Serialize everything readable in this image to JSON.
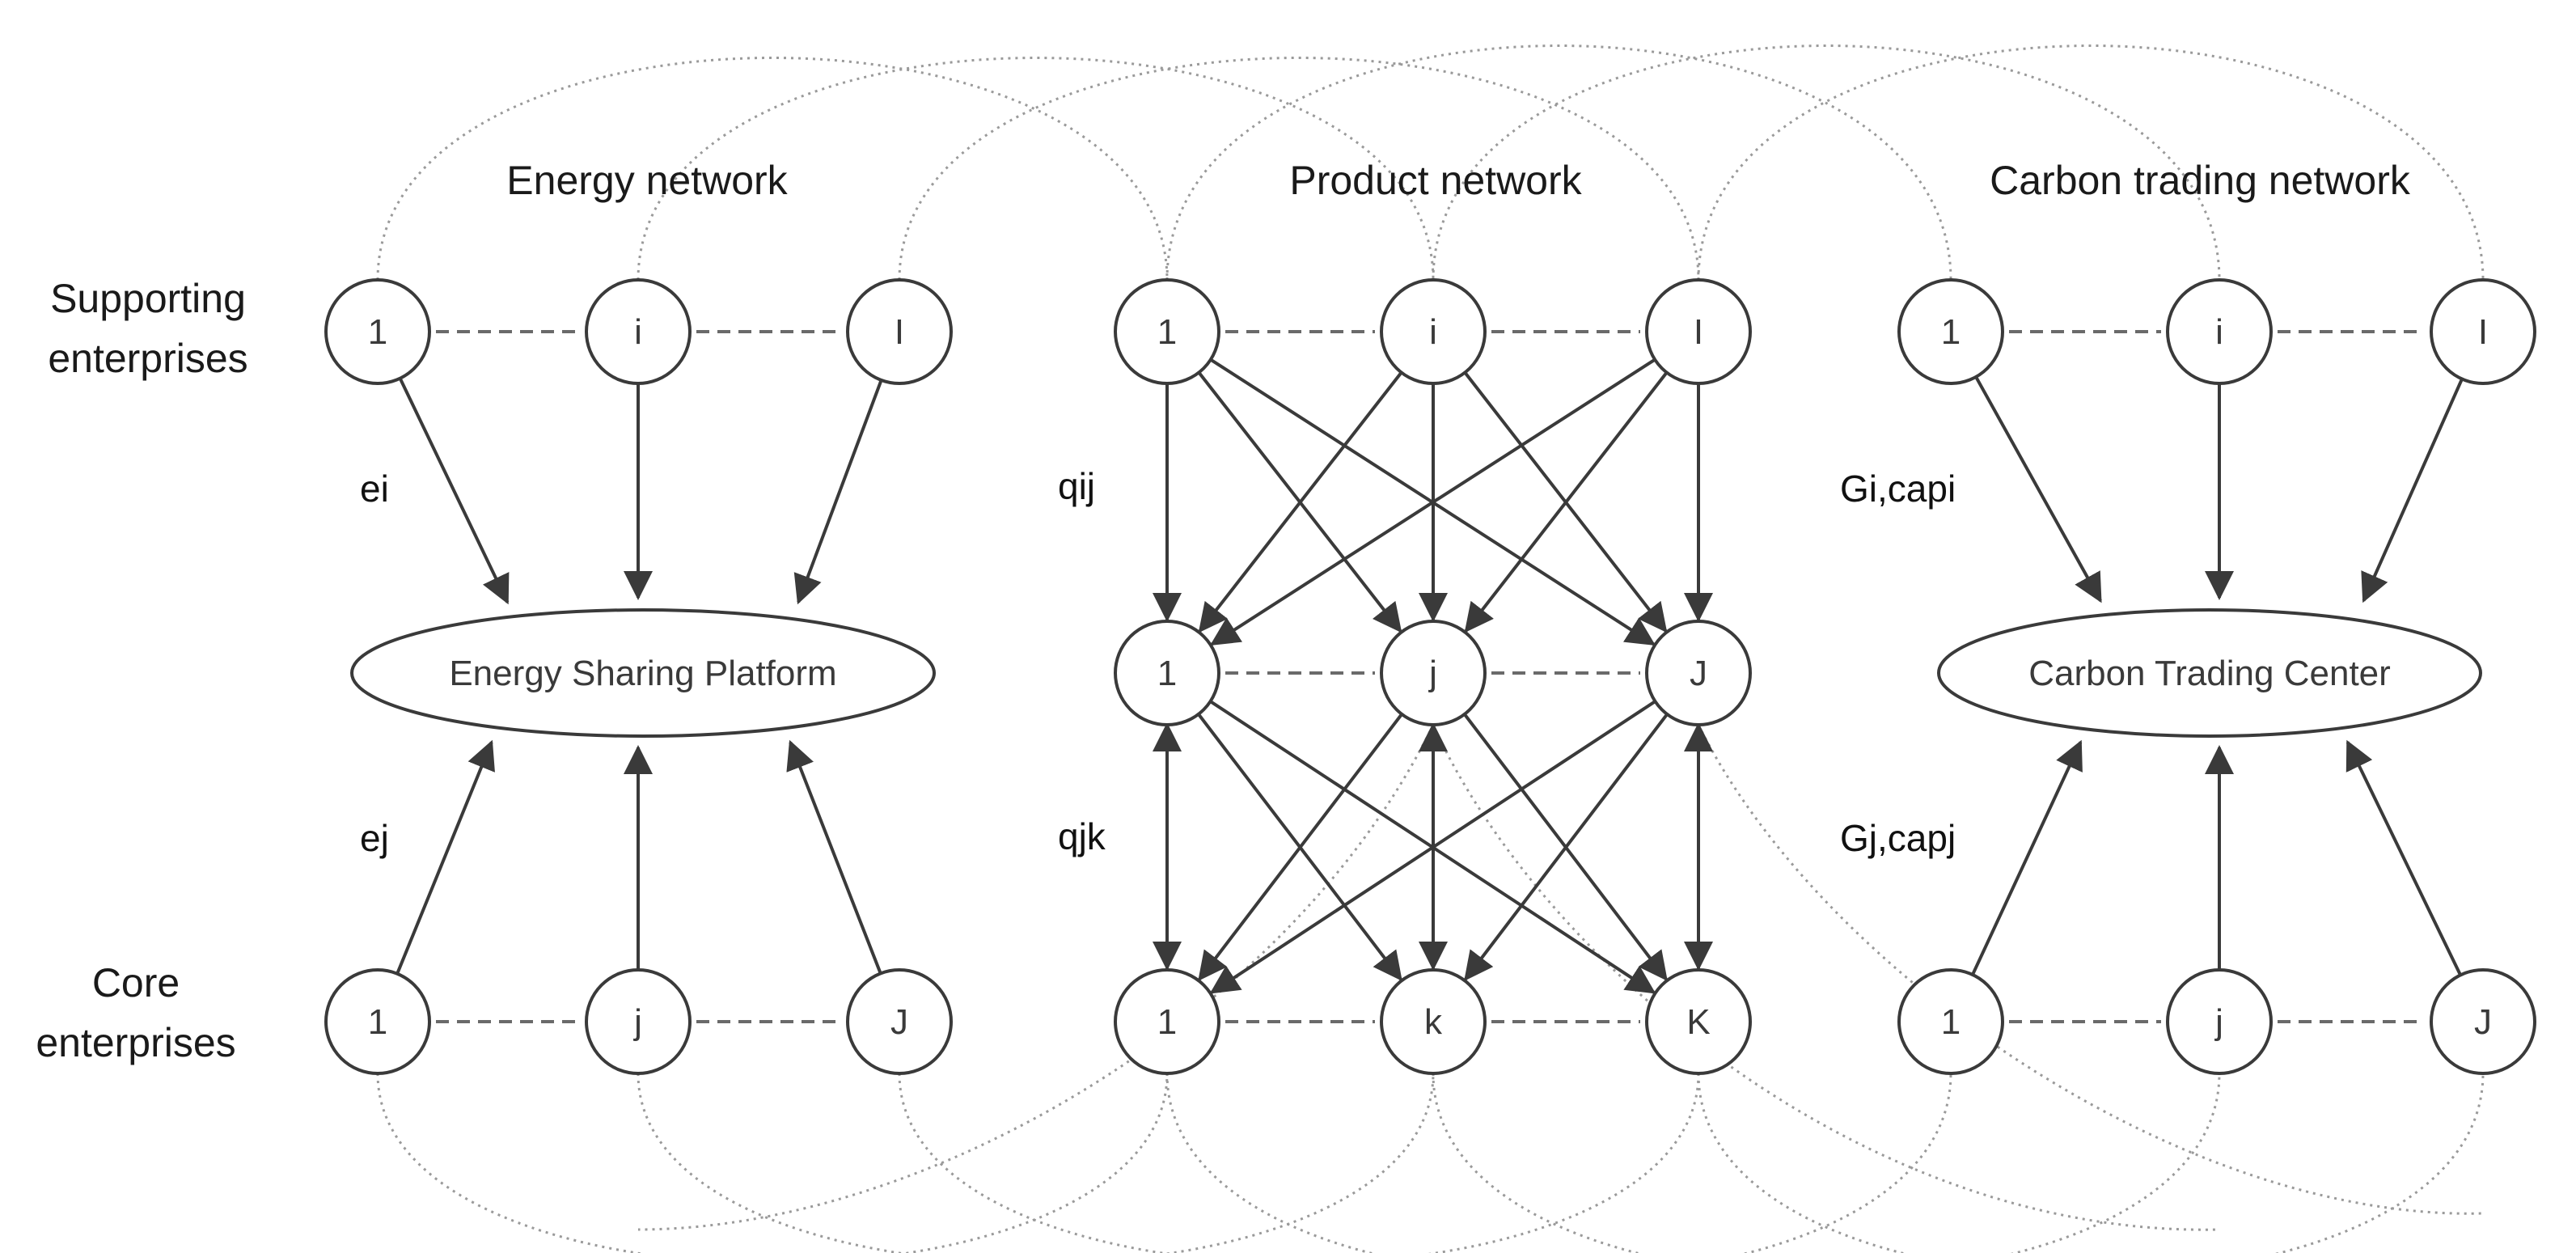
{
  "titles": {
    "energy": "Energy network",
    "product": "Product network",
    "carbon": "Carbon trading network"
  },
  "row_labels": {
    "supporting": [
      "Supporting",
      "enterprises"
    ],
    "core": [
      "Core",
      "enterprises"
    ]
  },
  "hubs": {
    "energy": "Energy Sharing Platform",
    "carbon": "Carbon Trading Center"
  },
  "nodes": {
    "energy_supporting": [
      "1",
      "i",
      "I"
    ],
    "energy_core": [
      "1",
      "j",
      "J"
    ],
    "product_supporting": [
      "1",
      "i",
      "I"
    ],
    "product_middle": [
      "1",
      "j",
      "J"
    ],
    "product_bottom": [
      "1",
      "k",
      "K"
    ],
    "carbon_supporting": [
      "1",
      "i",
      "I"
    ],
    "carbon_core": [
      "1",
      "j",
      "J"
    ]
  },
  "edge_labels": {
    "energy_top": "ei",
    "energy_bottom": "ej",
    "product_top": "qij",
    "product_bottom": "qjk",
    "carbon_top": "Gi,capi",
    "carbon_bottom": "Gj,capj"
  }
}
